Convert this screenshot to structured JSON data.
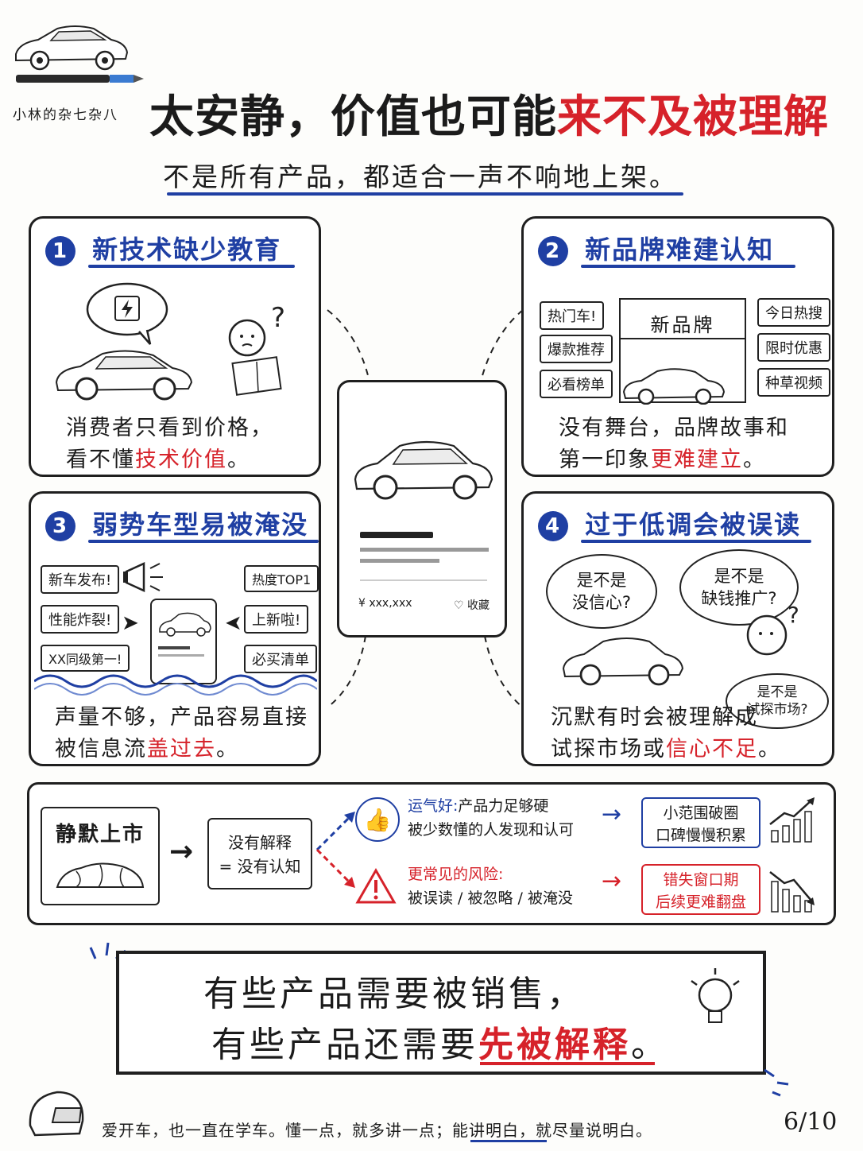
{
  "header": {
    "brand": "小林的杂七杂八",
    "title_part1": "太安静，价值也可能",
    "title_part2": "来不及被理解",
    "subtitle": "不是所有产品，都适合一声不响地上架。"
  },
  "panels": [
    {
      "number": "1",
      "title": "新技术缺少教育",
      "desc_line1": "消费者只看到价格，",
      "desc_line2_plain": "看不懂",
      "desc_line2_red": "技术价值",
      "desc_line2_end": "。"
    },
    {
      "number": "2",
      "title": "新品牌难建认知",
      "desc_line1": "没有舞台，品牌故事和",
      "desc_line2_plain": "第一印象",
      "desc_line2_red": "更难建立",
      "desc_line2_end": "。",
      "store_sign": "新品牌",
      "tags_left": [
        "热门车!",
        "爆款推荐",
        "必看榜单"
      ],
      "tags_right": [
        "今日热搜",
        "限时优惠",
        "种草视频"
      ]
    },
    {
      "number": "3",
      "title": "弱势车型易被淹没",
      "desc_line1": "声量不够，产品容易直接",
      "desc_line2_plain": "被信息流",
      "desc_line2_red": "盖过去",
      "desc_line2_end": "。",
      "tags_left": [
        "新车发布!",
        "性能炸裂!",
        "XX同级第一!"
      ],
      "tags_right": [
        "热度TOP1",
        "上新啦!",
        "必买清单"
      ]
    },
    {
      "number": "4",
      "title": "过于低调会被误读",
      "desc_line1": "沉默有时会被理解成",
      "desc_line2_plain": "试探市场或",
      "desc_line2_red": "信心不足",
      "desc_line2_end": "。",
      "bubbles": [
        "是不是\n没信心?",
        "是不是\n缺钱推广?",
        "是不是\n试探市场?"
      ]
    }
  ],
  "phone_card": {
    "price": "¥ xxx,xxx",
    "fav": "♡ 收藏"
  },
  "flow": {
    "start": "静默上市",
    "middle_line1": "没有解释",
    "middle_line2": "= 没有认知",
    "good_label": "运气好:",
    "good_text1": "产品力足够硬",
    "good_text2": "被少数懂的人发现和认可",
    "good_result1": "小范围破圈",
    "good_result2": "口碑慢慢积累",
    "bad_label": "更常见的风险:",
    "bad_text": "被误读 / 被忽略 / 被淹没",
    "bad_result1": "错失窗口期",
    "bad_result2": "后续更难翻盘"
  },
  "conclusion": {
    "line1": "有些产品需要被销售，",
    "line2_plain": "有些产品还需要",
    "line2_red": "先被解释",
    "line2_end": "。"
  },
  "footer": {
    "text": "爱开车，也一直在学车。懂一点，就多讲一点；能讲明白，就尽量说明白。",
    "page": "6/10"
  },
  "colors": {
    "accent_blue": "#1f3fa3",
    "accent_red": "#d6222a",
    "ink": "#1b1b1b"
  }
}
